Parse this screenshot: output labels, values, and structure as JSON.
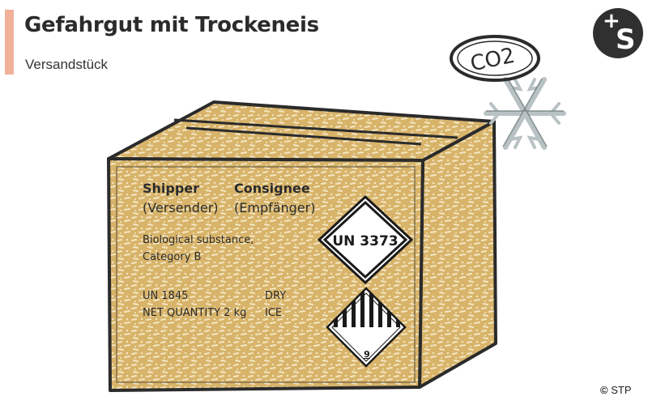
{
  "header": {
    "title": "Gefahrgut mit Trockeneis",
    "subtitle": "Versandstück"
  },
  "colors": {
    "accent_bar": "#f0b09a",
    "box_fill": "#d8b46a",
    "box_texture": "#f3e6c4",
    "outline": "#2b2b2b",
    "snowflake": "#b8c2c4",
    "logo_bg": "#303030"
  },
  "logo": {
    "plus": "+",
    "letter": "S"
  },
  "box": {
    "shipper_label": "Shipper",
    "consignee_label": "Consignee",
    "shipper_sub": "(Versender)",
    "consignee_sub": "(Empfänger)",
    "substance_line1": "Biological substance,",
    "substance_line2": "Category B",
    "un_number": "UN 1845",
    "net_quantity": "NET QUANTITY 2 kg",
    "dry_line1": "DRY",
    "dry_line2": "ICE"
  },
  "labels": {
    "un3373": "UN 3373",
    "class9_number": "9"
  },
  "co2_cloud": {
    "text": "CO2",
    "icon": "co2-cloud-icon"
  },
  "snowflake": {
    "icon": "snowflake-icon"
  },
  "copyright": {
    "symbol": "©",
    "text": "STP"
  }
}
